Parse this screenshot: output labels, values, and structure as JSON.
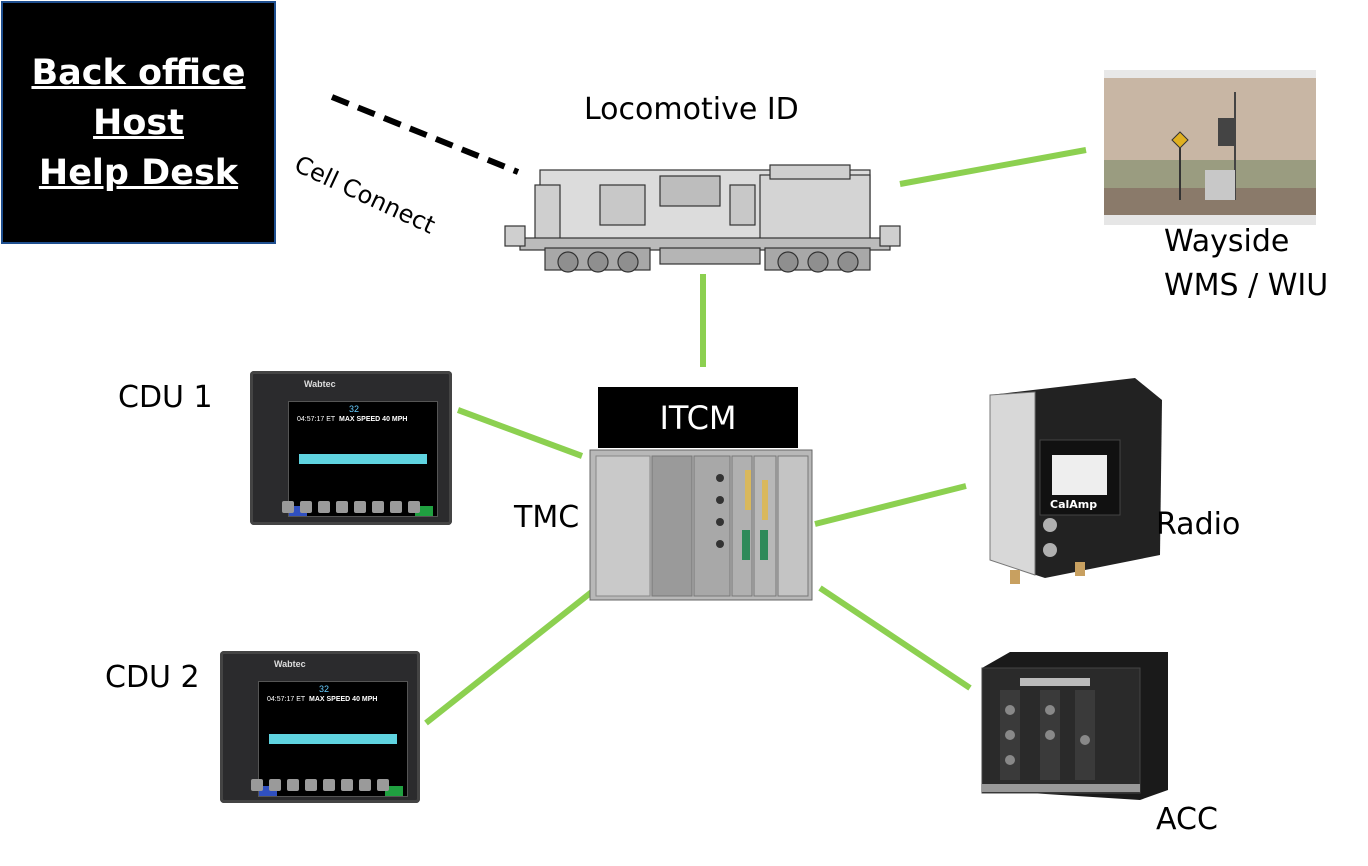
{
  "backoffice": {
    "lines": [
      "Back office",
      "Host",
      "Help Desk"
    ]
  },
  "labels": {
    "cell_connect": "Cell Connect",
    "locomotive_id": "Locomotive ID",
    "wayside_1": "Wayside",
    "wayside_2": "WMS / WIU",
    "cdu1": "CDU 1",
    "cdu2": "CDU 2",
    "itcm": "ITCM",
    "tmc": "TMC",
    "radio": "Radio",
    "acc": "ACC"
  },
  "cdu_screen": {
    "brand": "Wabtec",
    "speed_top": "32",
    "time": "04:57:17 ET",
    "max_speed": "MAX SPEED 40 MPH"
  },
  "radio_brand": "CalAmp",
  "colors": {
    "link": "#8cd050",
    "cell_link": "#000000",
    "box": "#000000"
  }
}
